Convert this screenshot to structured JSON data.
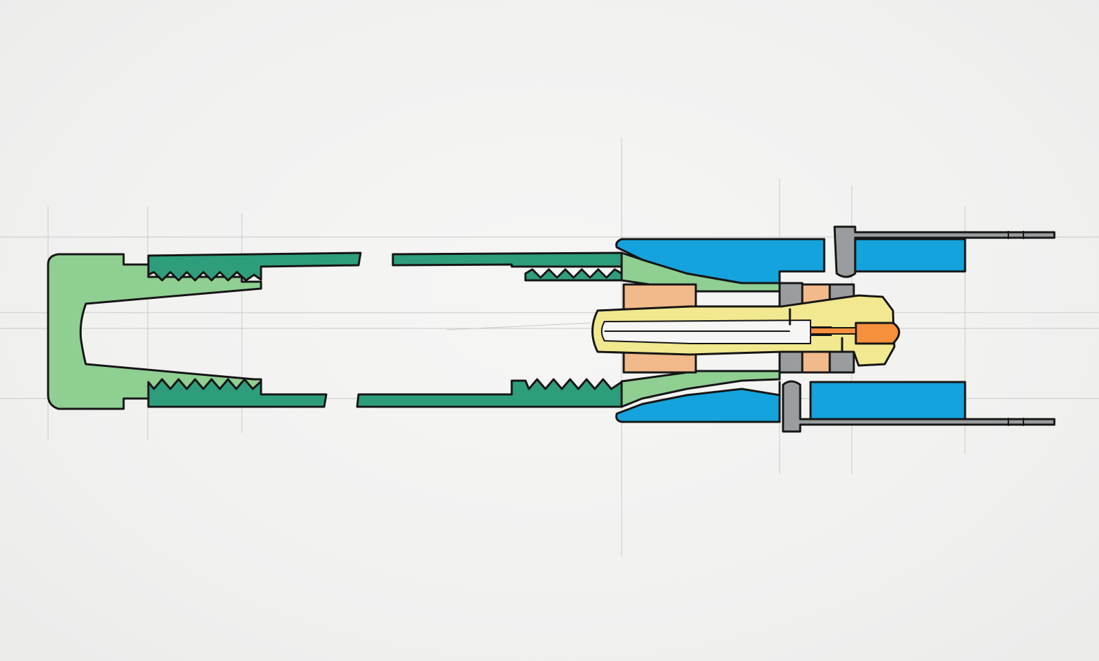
{
  "drawing": {
    "type": "hand-drawn cross-section sketch",
    "colors": {
      "paper": "#f2f2f1",
      "ink": "#151515",
      "cap_green": "#8fcf92",
      "barrel_green": "#2e9d7c",
      "section_blue": "#14a3dc",
      "grey": "#9a9d9f",
      "yellow": "#f1e88f",
      "peach": "#f2b98a",
      "orange": "#f7903c"
    },
    "parts": [
      "end-cap",
      "threaded-barrel",
      "transition-collar",
      "outer-shell",
      "clamp-rods",
      "inner-spindle",
      "tip"
    ]
  }
}
